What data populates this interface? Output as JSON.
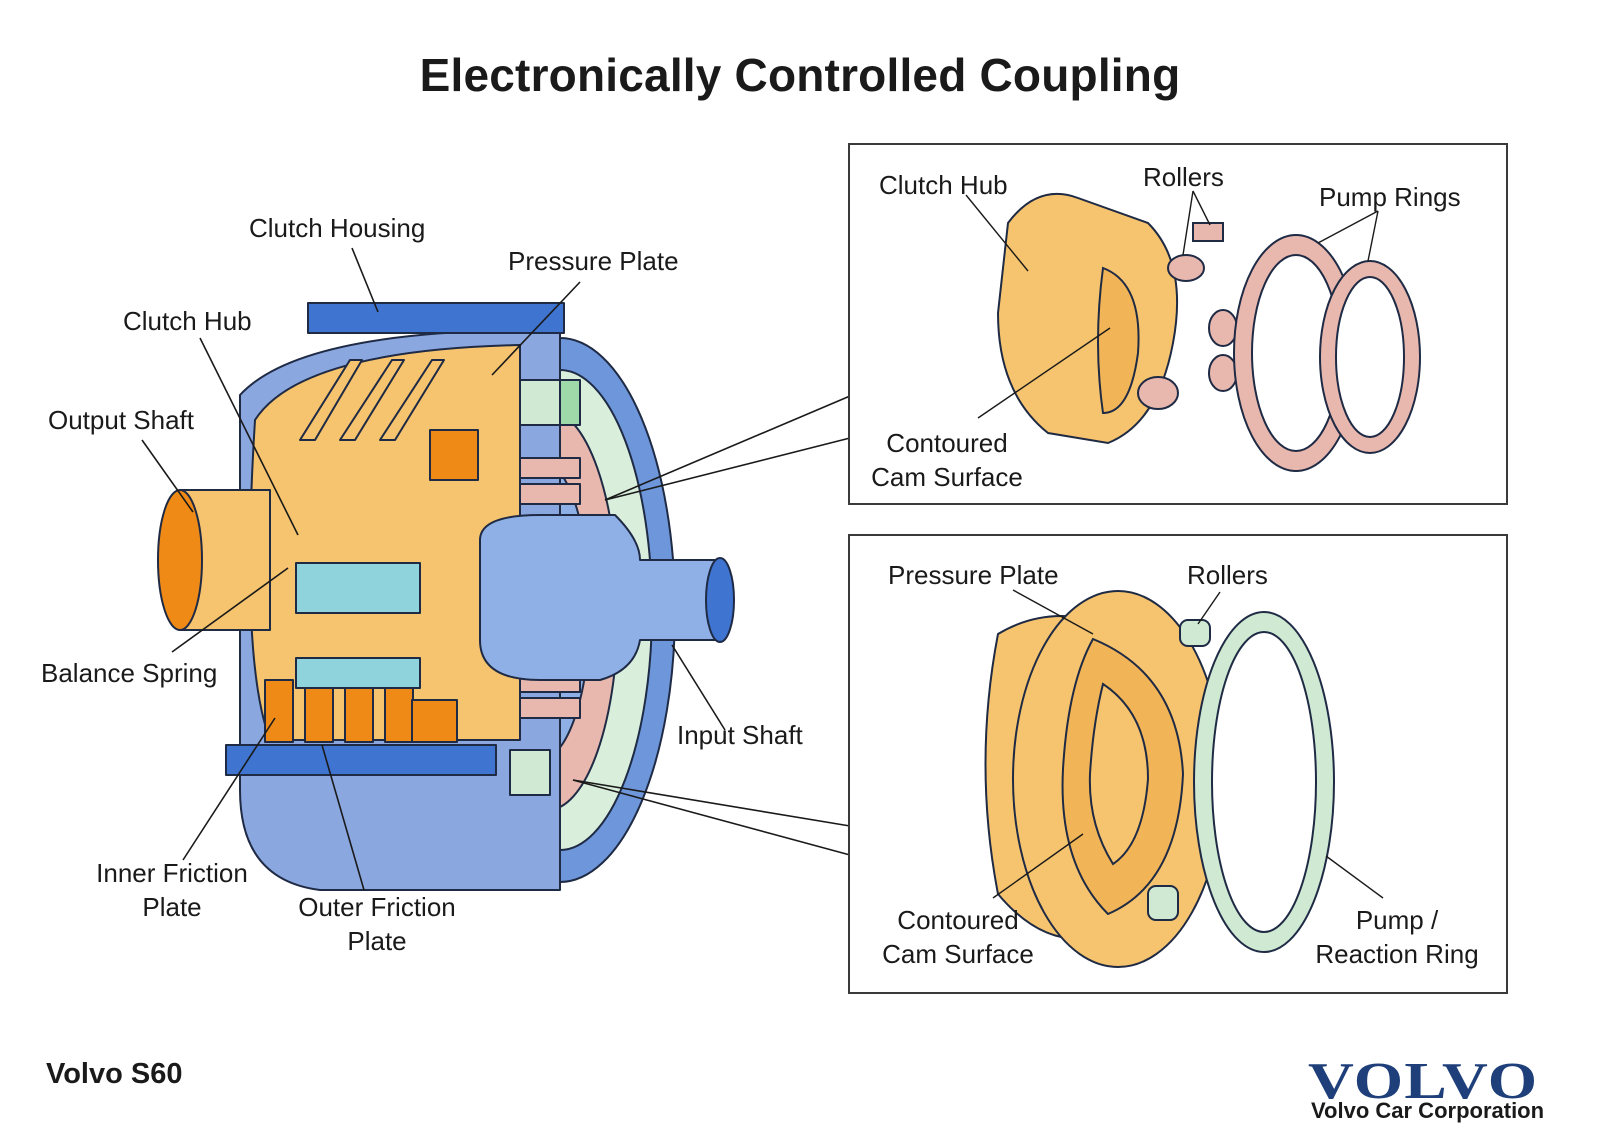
{
  "title": "Electronically Controlled Coupling",
  "main_labels": {
    "clutch_housing": "Clutch Housing",
    "pressure_plate": "Pressure Plate",
    "clutch_hub": "Clutch Hub",
    "output_shaft": "Output Shaft",
    "balance_spring": "Balance Spring",
    "input_shaft": "Input Shaft",
    "inner_friction_plate_1": "Inner Friction",
    "inner_friction_plate_2": "Plate",
    "outer_friction_plate_1": "Outer Friction",
    "outer_friction_plate_2": "Plate"
  },
  "inset_top": {
    "clutch_hub": "Clutch Hub",
    "rollers": "Rollers",
    "pump_rings": "Pump Rings",
    "cam_surface_1": "Contoured",
    "cam_surface_2": "Cam Surface"
  },
  "inset_bottom": {
    "pressure_plate": "Pressure Plate",
    "rollers": "Rollers",
    "cam_surface_1": "Contoured",
    "cam_surface_2": "Cam Surface",
    "pump_ring_1": "Pump /",
    "pump_ring_2": "Reaction Ring"
  },
  "footer": {
    "model": "Volvo S60",
    "logo_text": "VOLVO",
    "corporation": "Volvo Car Corporation"
  },
  "colors": {
    "housing_blue": "#5f8fd6",
    "shaft_blue": "#8fb0e6",
    "hub_yellow": "#f6c46e",
    "orange": "#ef8a17",
    "cyan": "#8fd3dc",
    "mint": "#cfe9d2",
    "pink": "#e8b8ae",
    "logo_blue": "#1e3f7a"
  }
}
